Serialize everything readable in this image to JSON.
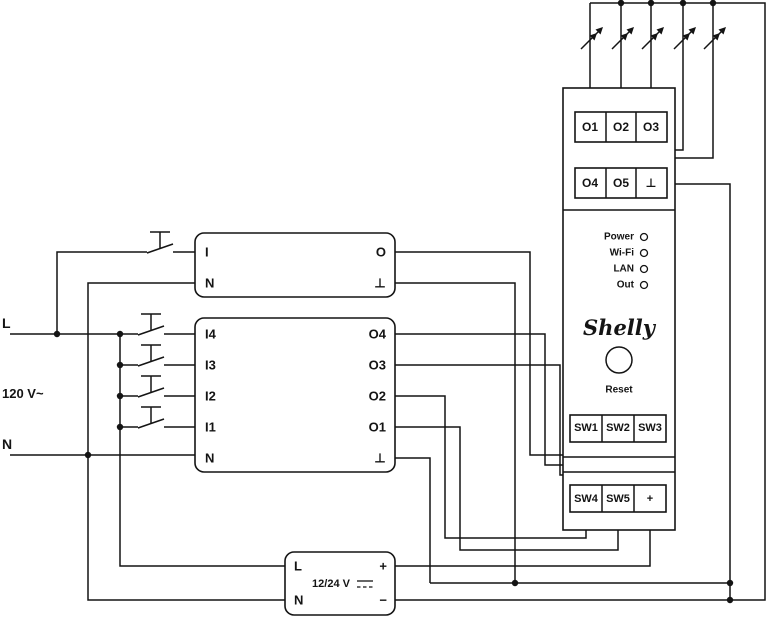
{
  "mains": {
    "live": "L",
    "voltage": "120 V~",
    "neutral": "N"
  },
  "relay1": {
    "in": [
      "I",
      "N"
    ],
    "out": [
      "O",
      "⊥"
    ]
  },
  "relay4": {
    "in": [
      "I4",
      "I3",
      "I2",
      "I1",
      "N"
    ],
    "out": [
      "O4",
      "O3",
      "O2",
      "O1",
      "⊥"
    ]
  },
  "psu": {
    "in": [
      "L",
      "N"
    ],
    "out": [
      "+",
      "−"
    ],
    "rating": "12/24 V"
  },
  "shelly": {
    "logo": "Shelly",
    "reset": "Reset",
    "outputs_a": [
      "O1",
      "O2",
      "O3"
    ],
    "outputs_b": [
      "O4",
      "O5",
      "⊥"
    ],
    "switches_a": [
      "SW1",
      "SW2",
      "SW3"
    ],
    "switches_b": [
      "SW4",
      "SW5",
      "+"
    ],
    "leds": [
      "Power",
      "Wi-Fi",
      "LAN",
      "Out"
    ]
  },
  "icons": {
    "lamp": "led-lamp-icon",
    "switch": "momentary-switch-icon",
    "dc": "dc-voltage-icon"
  },
  "colors": {
    "line": "#141414",
    "background": "#ffffff"
  }
}
